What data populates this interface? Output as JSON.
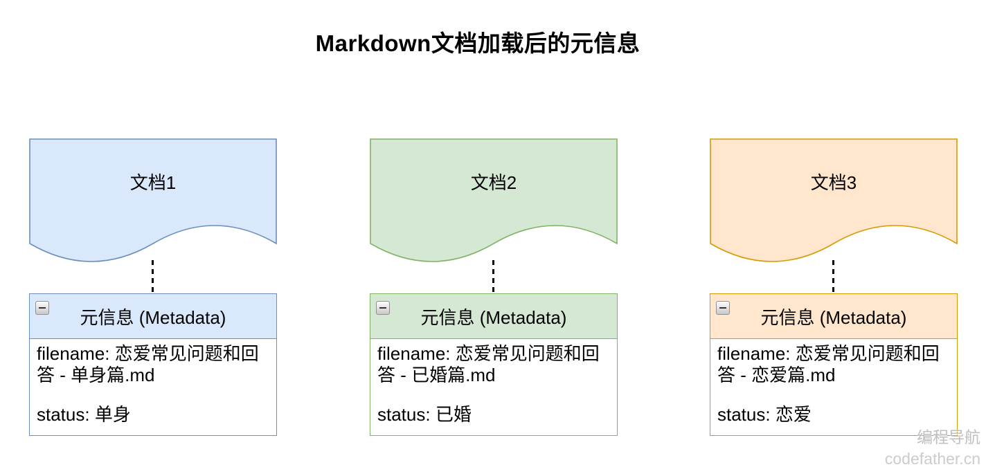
{
  "title": "Markdown文档加载后的元信息",
  "columns": [
    {
      "doc_label": "文档1",
      "meta_title": "元信息 (Metadata)",
      "filename": "filename: 恋爱常见问题和回答 - 单身篇.md",
      "status": "status: 单身",
      "colors": {
        "fill": "#dae8fc",
        "stroke": "#6c8ebf"
      }
    },
    {
      "doc_label": "文档2",
      "meta_title": "元信息 (Metadata)",
      "filename": "filename: 恋爱常见问题和回答 - 已婚篇.md",
      "status": "status: 已婚",
      "colors": {
        "fill": "#d5e8d4",
        "stroke": "#82b366"
      }
    },
    {
      "doc_label": "文档3",
      "meta_title": "元信息 (Metadata)",
      "filename": "filename: 恋爱常见问题和回答 - 恋爱篇.md",
      "status": "status: 恋爱",
      "colors": {
        "fill": "#ffe6cc",
        "stroke": "#d79b00"
      }
    }
  ],
  "watermark": {
    "line1": "编程导航",
    "line2": "codefather.cn"
  }
}
